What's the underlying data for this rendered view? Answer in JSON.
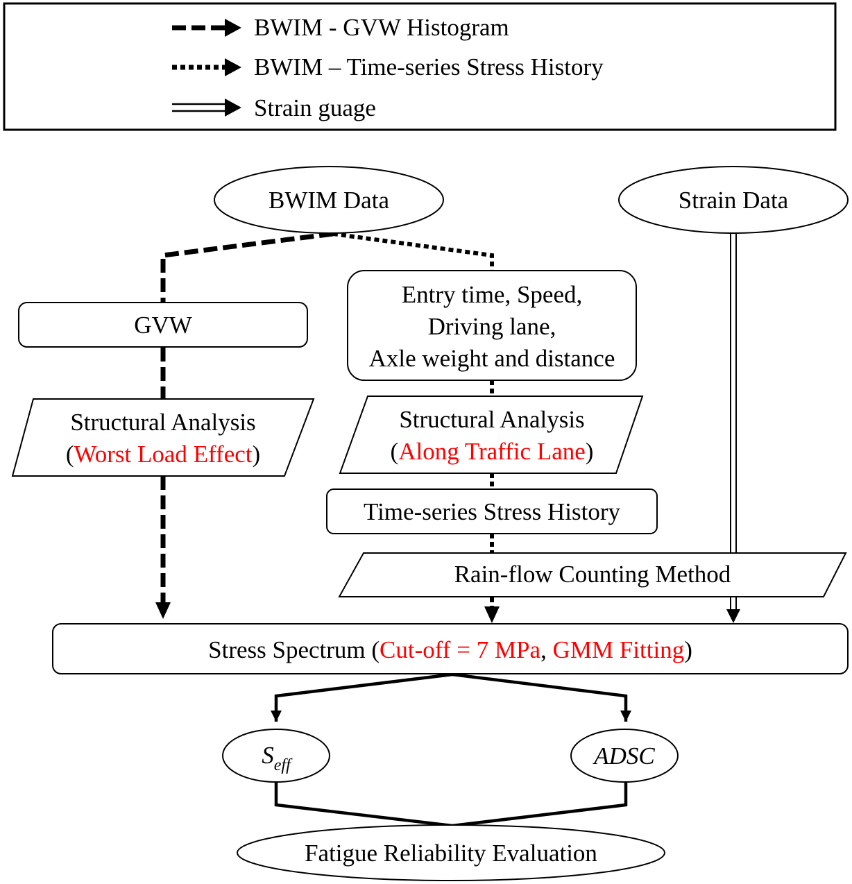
{
  "colors": {
    "line": "#000000",
    "highlight": "#ff0000",
    "background": "#ffffff"
  },
  "legend": {
    "items": [
      {
        "style": "dashed",
        "label": "BWIM - GVW Histogram"
      },
      {
        "style": "dotted",
        "label": "BWIM – Time-series Stress History"
      },
      {
        "style": "double",
        "label": "Strain guage"
      }
    ]
  },
  "nodes": {
    "bwim_data": "BWIM Data",
    "strain_data": "Strain Data",
    "gvw": "GVW",
    "entry_lines": [
      "Entry time, Speed,",
      "Driving lane,",
      "Axle weight and distance"
    ],
    "sa_left": {
      "title": "Structural Analysis",
      "open": "(",
      "highlight": "Worst Load Effect",
      "close": ")"
    },
    "sa_right": {
      "title": "Structural Analysis",
      "open": "(",
      "highlight": "Along Traffic Lane",
      "close": ")"
    },
    "time_series": "Time-series Stress History",
    "rainflow": "Rain-flow Counting Method",
    "spectrum": {
      "prefix": "Stress Spectrum (",
      "cutoff": "Cut-off = 7 MPa",
      "sep": ", ",
      "gmm": "GMM Fitting",
      "suffix": ")"
    },
    "seff": {
      "main": "S",
      "sub": "eff"
    },
    "adsc": "ADSC",
    "fatigue": "Fatigue Reliability Evaluation"
  }
}
